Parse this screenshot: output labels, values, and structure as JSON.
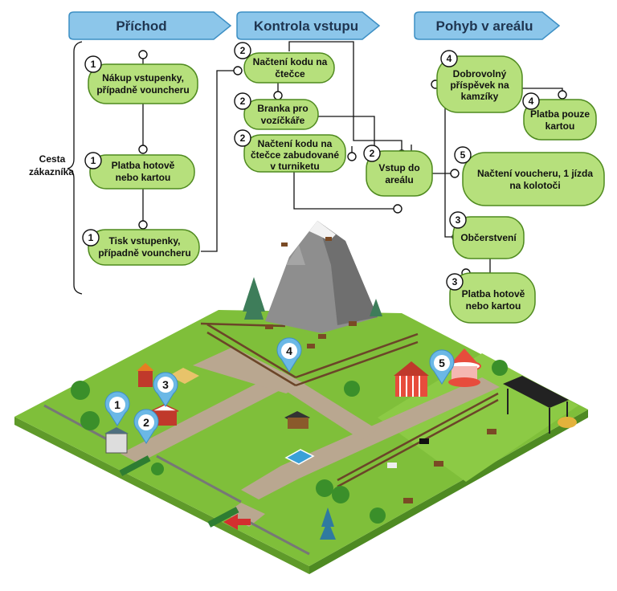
{
  "headers": [
    "Příchod",
    "Kontrola vstupu",
    "Pohyb v areálu"
  ],
  "side_label": [
    "Cesta",
    "zákazníka"
  ],
  "nodes": [
    {
      "badge": "1",
      "lines": [
        "Nákup vstupenky,",
        "případně vouncheru"
      ]
    },
    {
      "badge": "1",
      "lines": [
        "Platba hotově",
        "nebo kartou"
      ]
    },
    {
      "badge": "1",
      "lines": [
        "Tisk vstupenky,",
        "případně vouncheru"
      ]
    },
    {
      "badge": "2",
      "lines": [
        "Načtení kodu na",
        "čtečce"
      ]
    },
    {
      "badge": "2",
      "lines": [
        "Branka pro",
        "vozíčkáře"
      ]
    },
    {
      "badge": "2",
      "lines": [
        "Načtení kodu na",
        "čtečce zabudované",
        "v turniketu"
      ]
    },
    {
      "badge": "2",
      "lines": [
        "Vstup do",
        "areálu"
      ]
    },
    {
      "badge": "4",
      "lines": [
        "Dobrovolný",
        "příspěvek na",
        "kamzíky"
      ]
    },
    {
      "badge": "4",
      "lines": [
        "Platba pouze",
        "kartou"
      ]
    },
    {
      "badge": "5",
      "lines": [
        "Načtení voucheru, 1 jízda",
        "na kolotoči"
      ]
    },
    {
      "badge": "3",
      "lines": [
        "Občerstvení"
      ]
    },
    {
      "badge": "3",
      "lines": [
        "Platba hotově",
        "nebo kartou"
      ]
    }
  ],
  "map_pins": [
    "1",
    "2",
    "3",
    "4",
    "5"
  ],
  "colors": {
    "header_fill": "#8cc6ea",
    "header_stroke": "#3d8fc4",
    "node_fill": "#b6e07c",
    "node_stroke": "#4f8a1f",
    "grass": "#7fbf3a",
    "grass_dark": "#5f9a2a",
    "path": "#b9a790",
    "fence": "#6b4528",
    "mountain": "#8e8e8e",
    "pin": "#6bb8e6"
  }
}
